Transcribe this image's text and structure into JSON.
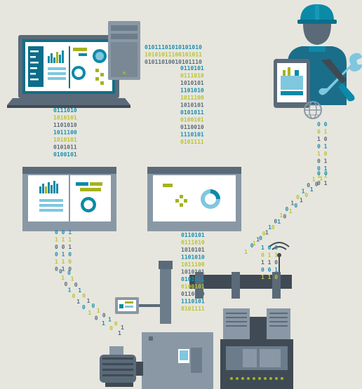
{
  "colors": {
    "background": "#e6e6de",
    "laptop_body": "#5b6a78",
    "laptop_screen": "#136e86",
    "panel_frame": "#8a98a6",
    "panel_screen": "#ffffff",
    "teal": "#0b8aa8",
    "yellow_green": "#a6b31e",
    "light_blue": "#7fc7df",
    "machine_gray": "#6c7c8a",
    "machine_dark": "#3f4a55",
    "bits_teal": "#1a8fb0",
    "bits_yellow": "#bcc432",
    "bits_dark": "#5c6b78"
  },
  "icons": {
    "laptop": "laptop-icon",
    "server": "server-tower-icon",
    "engineer": "engineer-hardhat-icon",
    "tablet": "tablet-icon",
    "tools": "wrench-screwdriver-icon",
    "globe": "globe-icon",
    "wifi": "wifi-signal-icon",
    "motor": "electric-motor-icon",
    "press": "industrial-press-icon"
  },
  "binary": {
    "laptop_to_hmi": [
      "0111010",
      "1010101",
      "1101010",
      "1011100",
      "1010101",
      "0101011",
      "0100101"
    ],
    "server_right": [
      "01011101010101010",
      "10101011100101011",
      "01011010010101110"
    ],
    "server_down": [
      "0110101",
      "0111010",
      "1010101",
      "1101010",
      "1011100",
      "1010101",
      "0101011",
      "0100101",
      "0110010",
      "1110101",
      "0101111"
    ],
    "engineer_down": [
      "0 0",
      "0 1",
      "1 0",
      "0 1",
      "1 0",
      "0 1",
      "0 1",
      "1 1",
      "0 1"
    ],
    "hmi_left_down": [
      "0 0 1",
      "1 1 1",
      "0 0 1",
      "0 1 0",
      "1 1 0",
      "0 1 0"
    ],
    "machine_column": [
      "0110101",
      "0111010",
      "1010101",
      "1101010",
      "1011100",
      "1010101",
      "0101011",
      "0100101",
      "0110010",
      "1110101",
      "0101111"
    ],
    "wireless_stream": [
      "1 0 0",
      "0 1 1",
      "1 1 0",
      "0 0 1",
      "1 1 0"
    ]
  }
}
